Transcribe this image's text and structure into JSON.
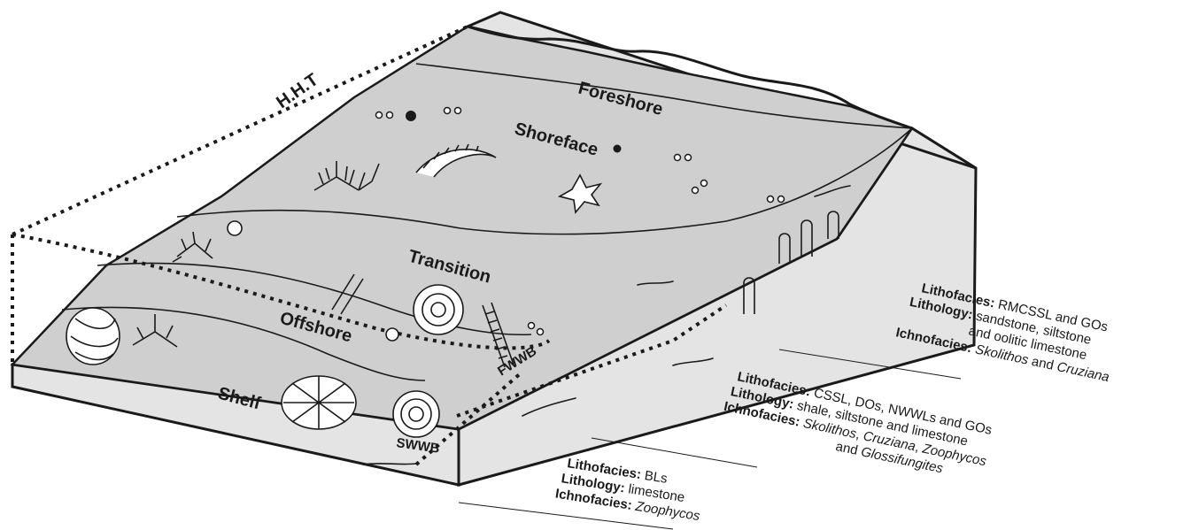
{
  "labels": {
    "hht": "H.H.T",
    "foreshore": "Foreshore",
    "shoreface": "Shoreface",
    "transition": "Transition",
    "offshore": "Offshore",
    "shelf": "Shelf",
    "fwwb": "FWWB",
    "swwb": "SWWB"
  },
  "facies_blocks": [
    {
      "lines": [
        {
          "key": "Lithofacies:",
          "text": " RMCSSL and GOs"
        },
        {
          "key": "Lithology:",
          "text": " sandstone, siltstone"
        },
        {
          "key": "",
          "text": "and oolitic limestone"
        },
        {
          "key": "Ichnofacies:",
          "text": " ",
          "italic1": "Skolithos",
          "mid": " and ",
          "italic2": "Cruziana"
        }
      ]
    },
    {
      "lines": [
        {
          "key": "Lithofacies:",
          "text": " CSSL, DOs, NWWLs and GOs"
        },
        {
          "key": "Lithology:",
          "text": " shale, siltstone and limestone"
        },
        {
          "key": "Ichnofacies:",
          "text": " ",
          "italic1": "Skolithos",
          "mid": ", ",
          "italic2": "Cruziana",
          "mid2": ", ",
          "italic3": "Zoophycos"
        },
        {
          "key": "",
          "text": "and ",
          "italic1": "Glossifungites"
        }
      ]
    },
    {
      "lines": [
        {
          "key": "Lithofacies:",
          "text": " BLs"
        },
        {
          "key": "Lithology:",
          "text": " limestone"
        },
        {
          "key": "Ichnofacies:",
          "text": " ",
          "italic1": "Zoophycos"
        }
      ]
    }
  ],
  "colors": {
    "surface": "#cfcfcf",
    "block_side": "#e3e3e3",
    "outline": "#1a1a1a"
  }
}
